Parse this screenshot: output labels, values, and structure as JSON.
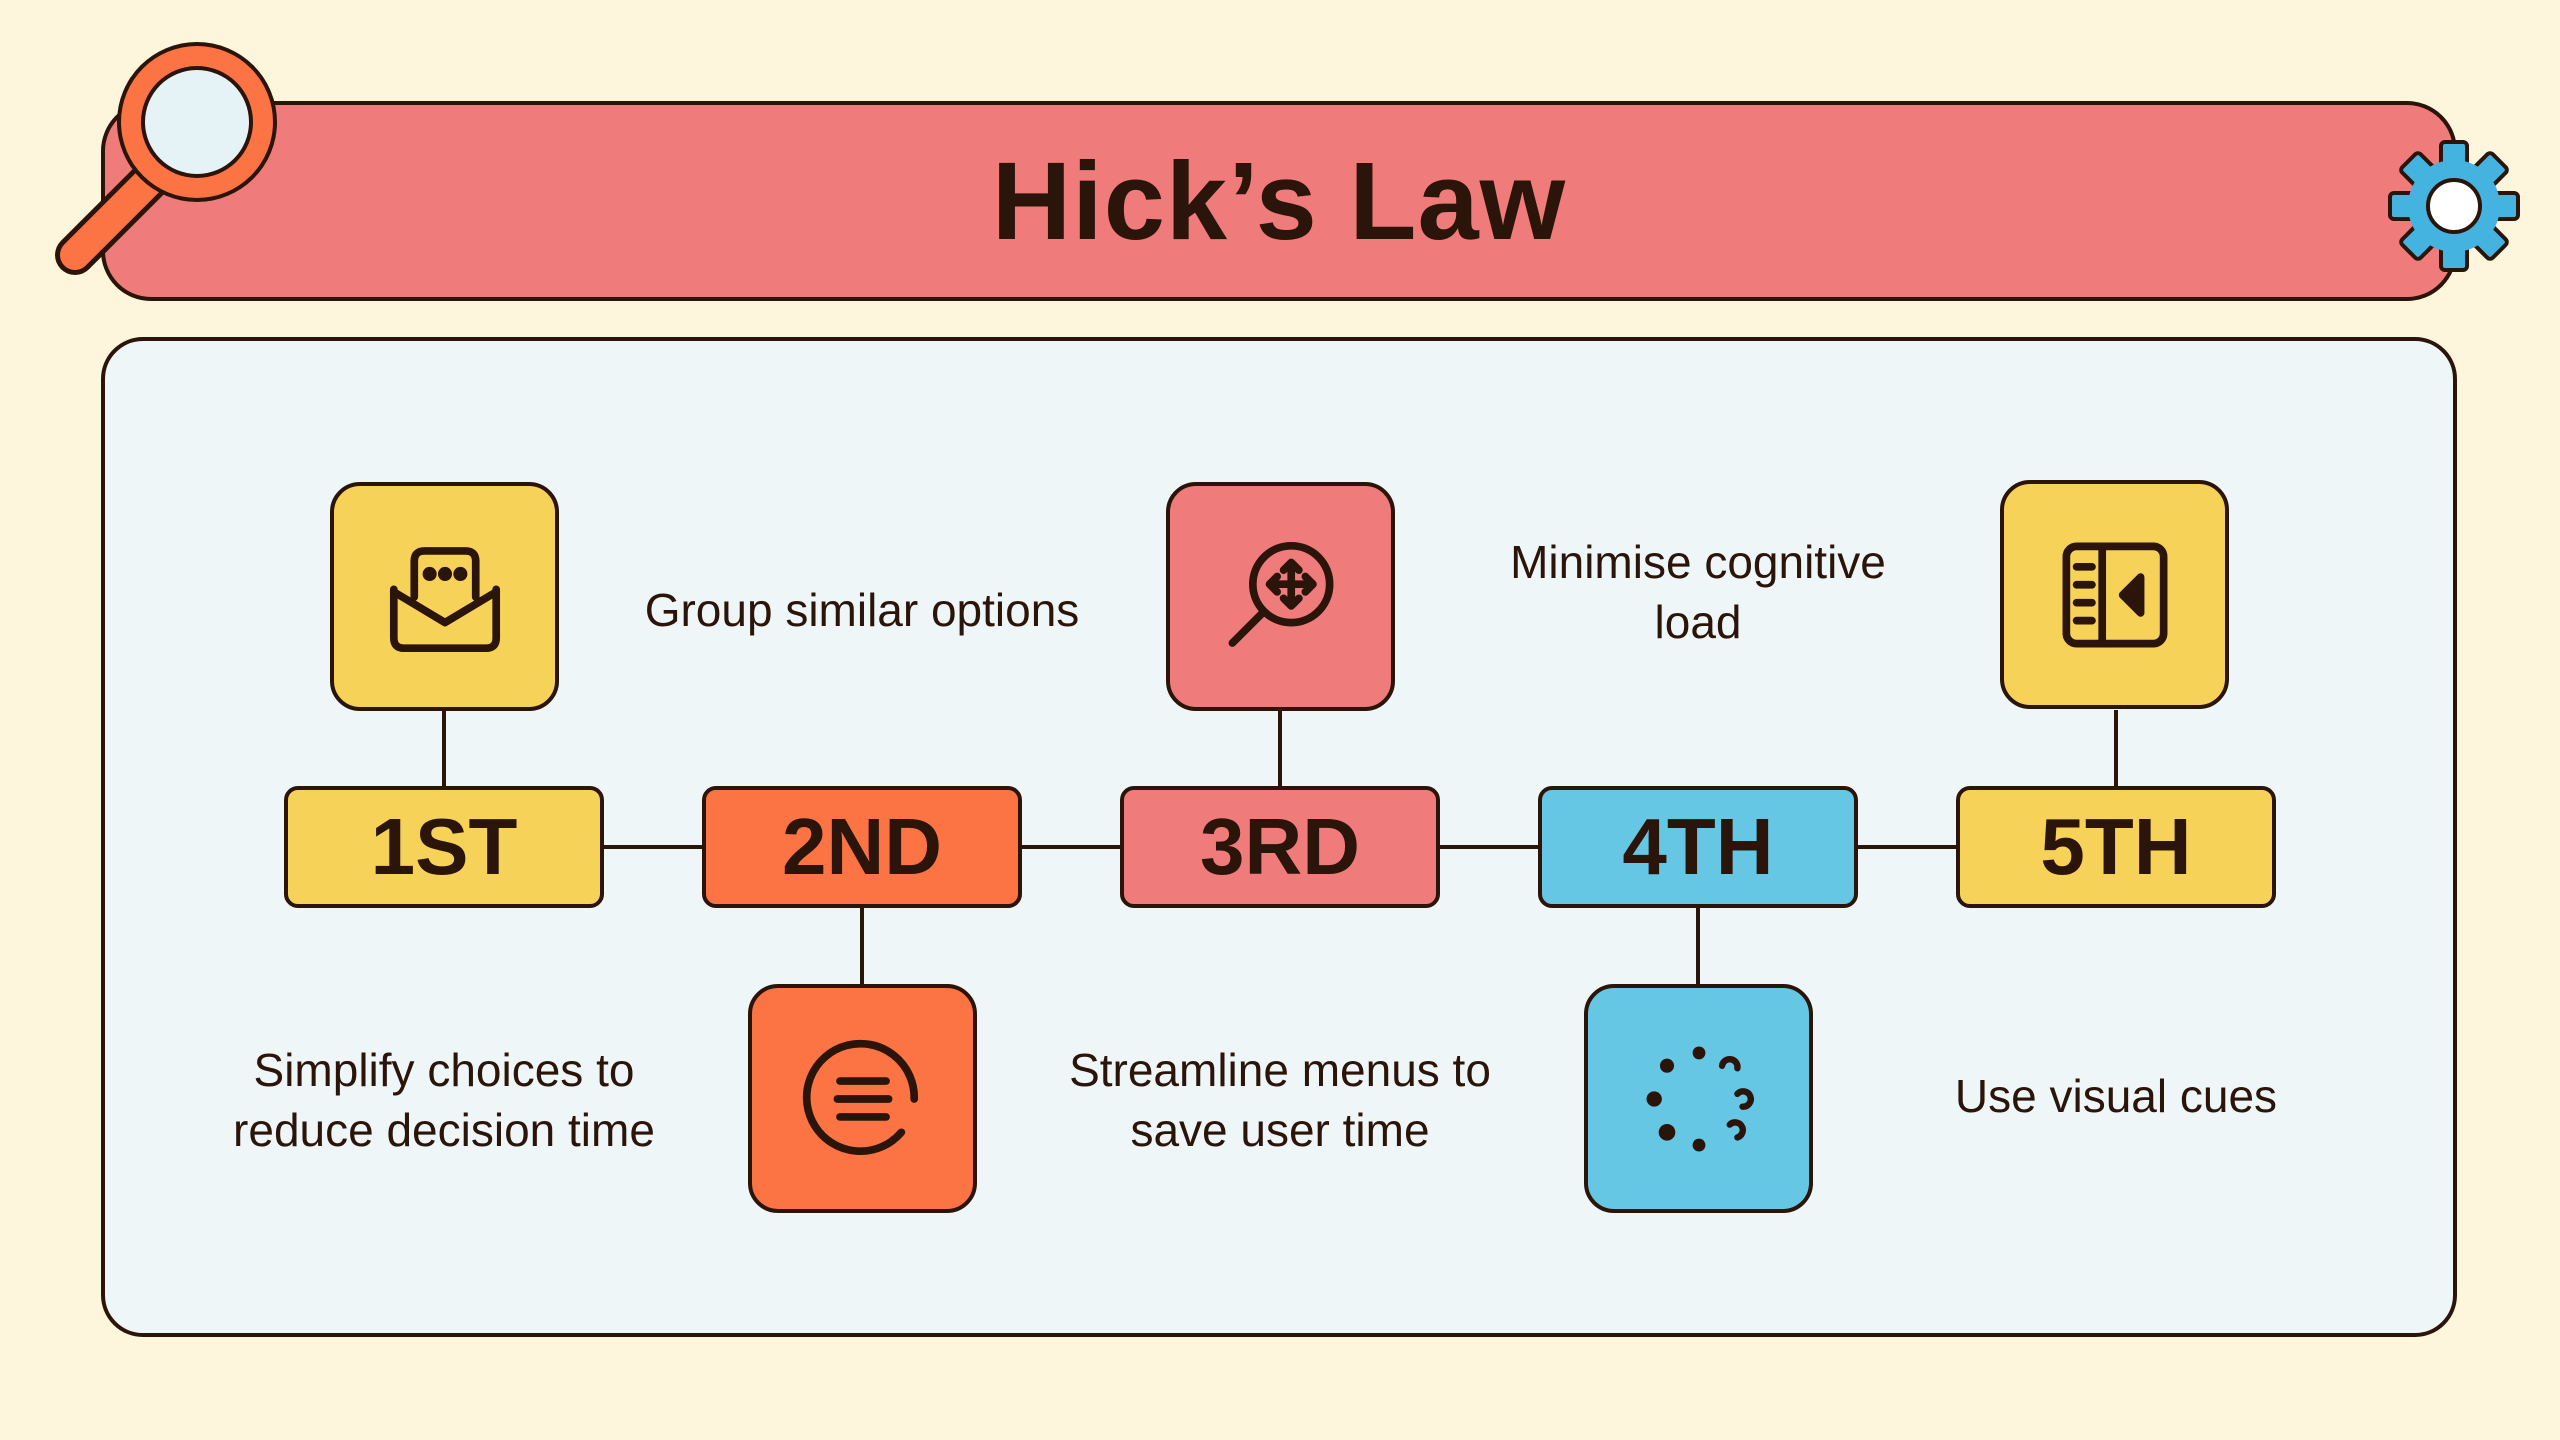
{
  "title": "Hick’s Law",
  "colors": {
    "background": "#FDF5DC",
    "banner": "#EF7C7B",
    "panel": "#EEF6F7",
    "outline": "#2B1409",
    "yellow": "#F7D258",
    "orange": "#FC7443",
    "coral": "#EF7C7B",
    "blue": "#66C7E5"
  },
  "decorations": [
    {
      "name": "magnifier-icon",
      "color": "#FC7443"
    },
    {
      "name": "gear-icon",
      "color": "#44B3E0"
    }
  ],
  "steps": [
    {
      "label": "1ST",
      "color": "yellow",
      "icon": "envelope-chat-icon",
      "text": "Simplify choices to reduce decision time"
    },
    {
      "label": "2ND",
      "color": "orange",
      "icon": "list-circle-icon",
      "text": "Group similar options"
    },
    {
      "label": "3RD",
      "color": "coral",
      "icon": "zoom-move-icon",
      "text": "Streamline menus to save user time"
    },
    {
      "label": "4TH",
      "color": "blue",
      "icon": "loading-dots-icon",
      "text": "Minimise cognitive load"
    },
    {
      "label": "5TH",
      "color": "yellow",
      "icon": "book-audio-icon",
      "text": "Use visual cues"
    }
  ]
}
